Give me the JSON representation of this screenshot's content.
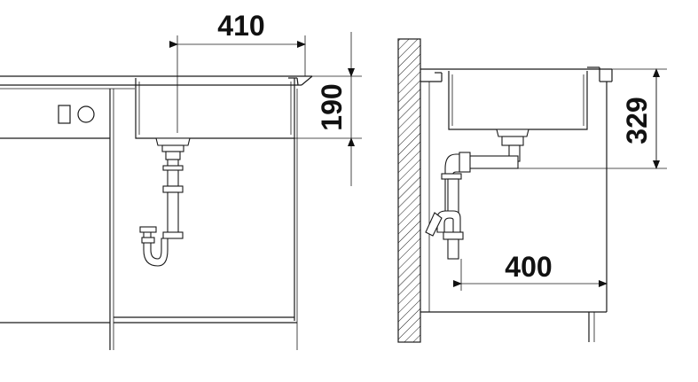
{
  "dimensions": {
    "width_left": "410",
    "depth_left": "190",
    "depth_right": "329",
    "offset_right": "400"
  },
  "colors": {
    "line": "#1a1a1a",
    "background": "#ffffff"
  }
}
